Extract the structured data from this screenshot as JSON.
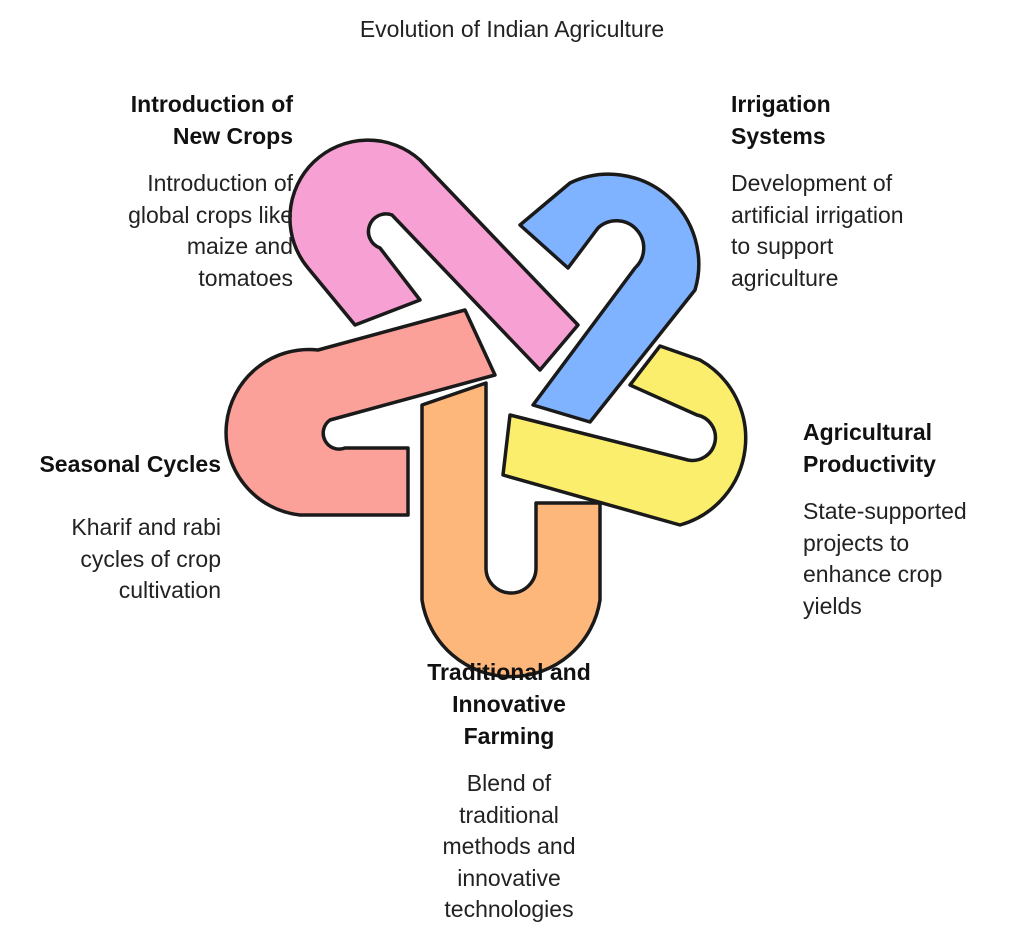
{
  "title": "Evolution of Indian Agriculture",
  "colors": {
    "new_crops": "#f7a0d4",
    "irrigation": "#7fb2ff",
    "productivity": "#fbee6c",
    "farming": "#fdb77a",
    "seasonal": "#fba19a"
  },
  "items": [
    {
      "key": "new_crops",
      "heading": "Introduction of\nNew Crops",
      "description": "Introduction of\nglobal crops like\nmaize and\ntomatoes"
    },
    {
      "key": "irrigation",
      "heading": "Irrigation\nSystems",
      "description": "Development of\nartificial irrigation\nto support\nagriculture"
    },
    {
      "key": "productivity",
      "heading": "Agricultural\nProductivity",
      "description": "State-supported\nprojects to\nenhance crop\nyields"
    },
    {
      "key": "farming",
      "heading": "Traditional and\nInnovative\nFarming",
      "description": "Blend of\ntraditional\nmethods and\ninnovative\ntechnologies"
    },
    {
      "key": "seasonal",
      "heading": "Seasonal Cycles",
      "description": "Kharif and rabi\ncycles of crop\ncultivation"
    }
  ]
}
